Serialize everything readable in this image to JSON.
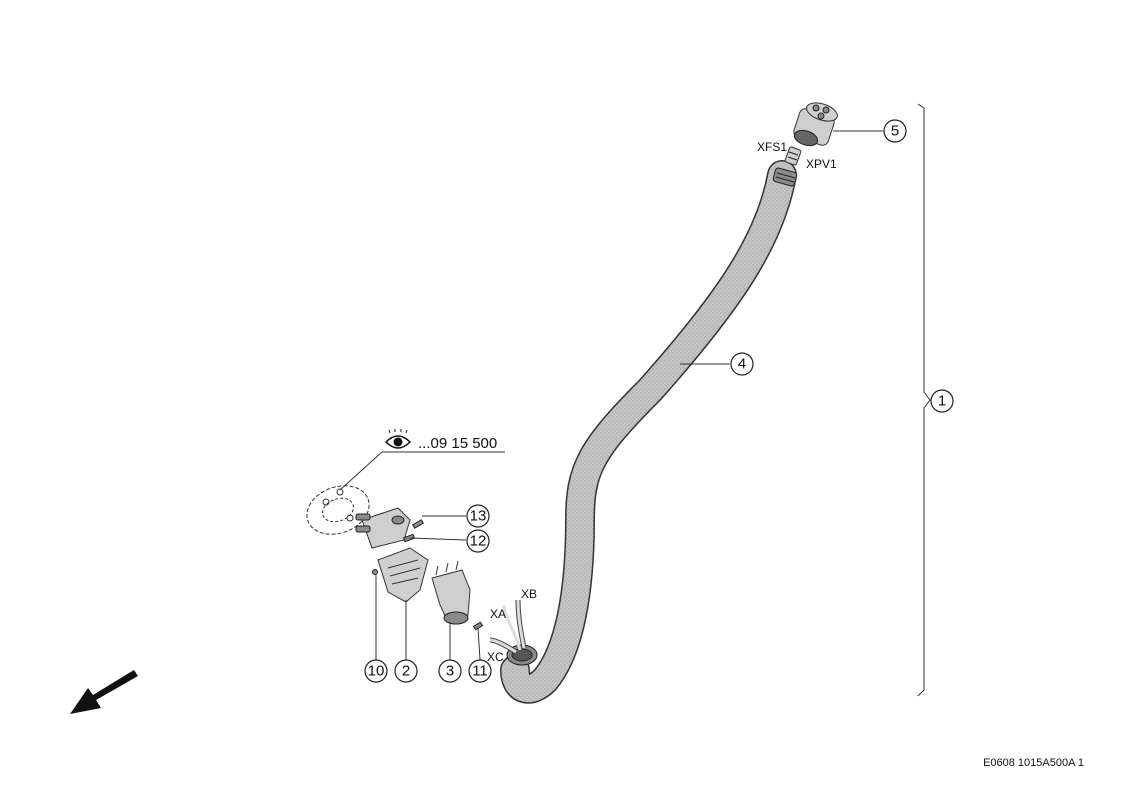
{
  "callouts": {
    "c1": "1",
    "c2": "2",
    "c3": "3",
    "c4": "4",
    "c5": "5",
    "c10": "10",
    "c11": "11",
    "c12": "12",
    "c13": "13"
  },
  "connectors": {
    "xfs1": "XFS1",
    "xpv1": "XPV1",
    "xa": "XA",
    "xb": "XB",
    "xc": "XC"
  },
  "reference": {
    "see_text": "...09 15 500"
  },
  "drawing_code": "E0608 1015A500A 1",
  "colors": {
    "hose_fill": "#c8c8c8",
    "hose_outline": "#333333",
    "line": "#222222"
  }
}
